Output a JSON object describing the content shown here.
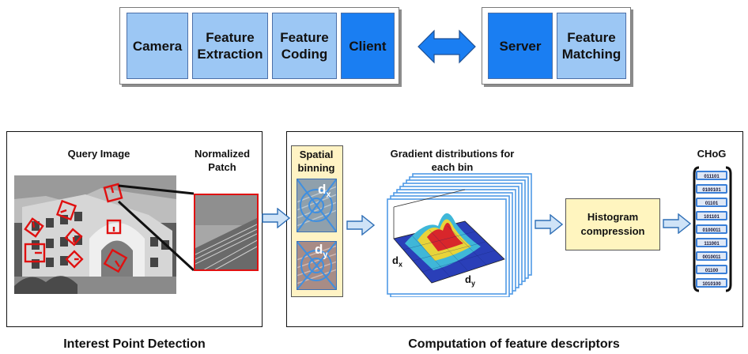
{
  "pipeline": {
    "left_stages": [
      "Camera",
      "Feature Extraction",
      "Feature Coding",
      "Client"
    ],
    "right_stages": [
      "Server",
      "Feature Matching"
    ]
  },
  "interest_point": {
    "query_image_label": "Query Image",
    "patch_label": "Normalized Patch",
    "caption": "Interest Point Detection"
  },
  "descriptor": {
    "spatial_binning_label": "Spatial binning",
    "gradient_label": "Gradient distributions for each bin",
    "dx_label": "d",
    "dx_sub": "x",
    "dy_label": "d",
    "dy_sub": "y",
    "histogram_label": "Histogram compression",
    "choG_label": "CHoG",
    "bitstrings": [
      "011101",
      "0100101",
      "01101",
      "101101",
      "0100011",
      "111001",
      "0010011",
      "01100",
      "1010100"
    ],
    "caption": "Computation of feature descriptors"
  },
  "colors": {
    "light_stage": "#9cc7f4",
    "dark_stage": "#1a7ef2",
    "arrow_fill": "#cfe3f7",
    "arrow_stroke": "#2f6fb6",
    "keypoint_red": "#e01010",
    "binning_bg": "#fff3c4",
    "histogram_bg": "#fff5bf"
  }
}
